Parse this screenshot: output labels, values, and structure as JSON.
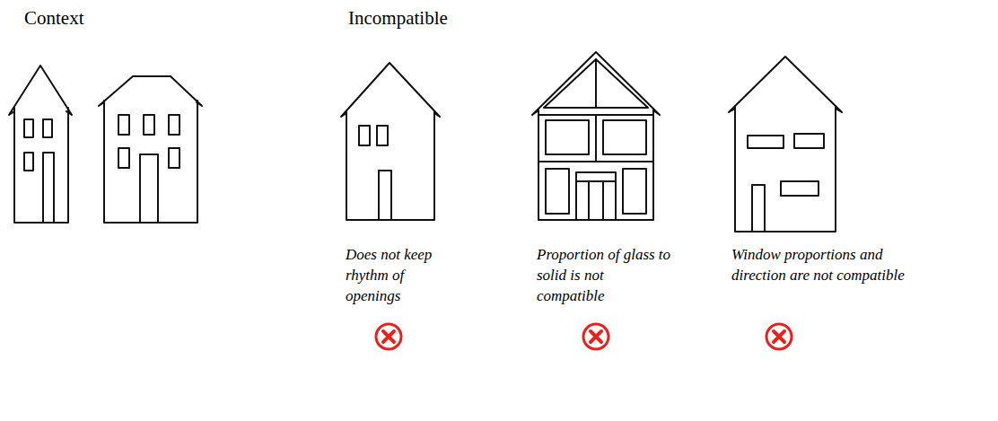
{
  "diagram": {
    "labels": [
      "Context",
      "Incompatible",
      "Does not keep rhythm of openings",
      "Proportion of glass to solid is not compatible",
      "Window proportions and direction are not compatible"
    ]
  }
}
